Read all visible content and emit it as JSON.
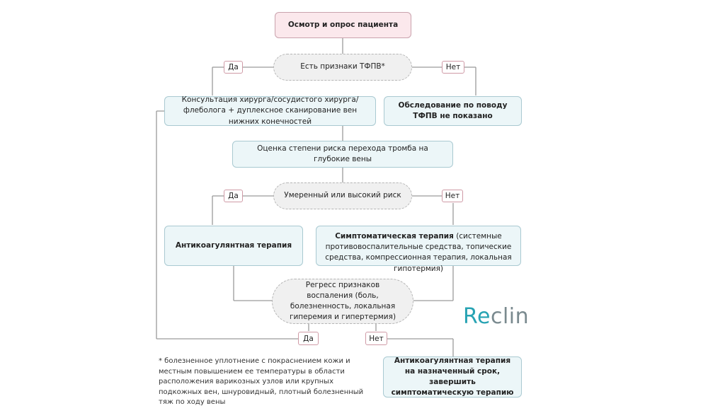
{
  "nodes": {
    "start": "Осмотр и опрос пациента",
    "q1": "Есть признаки ТФПВ*",
    "consult": "Консультация хирурга/сосудистого хирурга/флеболога + дуплексное сканирование вен нижних конечностей",
    "no_exam": "Обследование по поводу ТФПВ не показано",
    "risk_eval": "Оценка степени риска перехода тромба на глубокие вены",
    "q2": "Умеренный или высокий риск",
    "anticoag": "Антикоагулянтная терапия",
    "symptomatic_title": "Симптоматическая терапия",
    "symptomatic_detail": "(системные противовоспалительные средства, топические средства, компрессионная терапия, локальная гипотермия)",
    "q3": "Регресс признаков воспаления (боль, болезненность, локальная гиперемия и гипертермия)",
    "final": "Антикоагулянтная терапия на назначенный срок, завершить симптоматическую терапию"
  },
  "labels": {
    "yes": "Да",
    "no": "Нет"
  },
  "footnote": "* болезненное уплотнение с покраснением кожи и местным повышением ее температуры в области расположения варикозных узлов или крупных подкожных вен, шнуровидный, плотный болезненный тяж по ходу вены",
  "logo": {
    "part1": "Re",
    "part2": "clin"
  },
  "colors": {
    "start_fill": "#fbe8ec",
    "box_fill": "#ecf6f8",
    "decision_fill": "#f0f0f0",
    "logo_accent": "#27a3b3"
  }
}
